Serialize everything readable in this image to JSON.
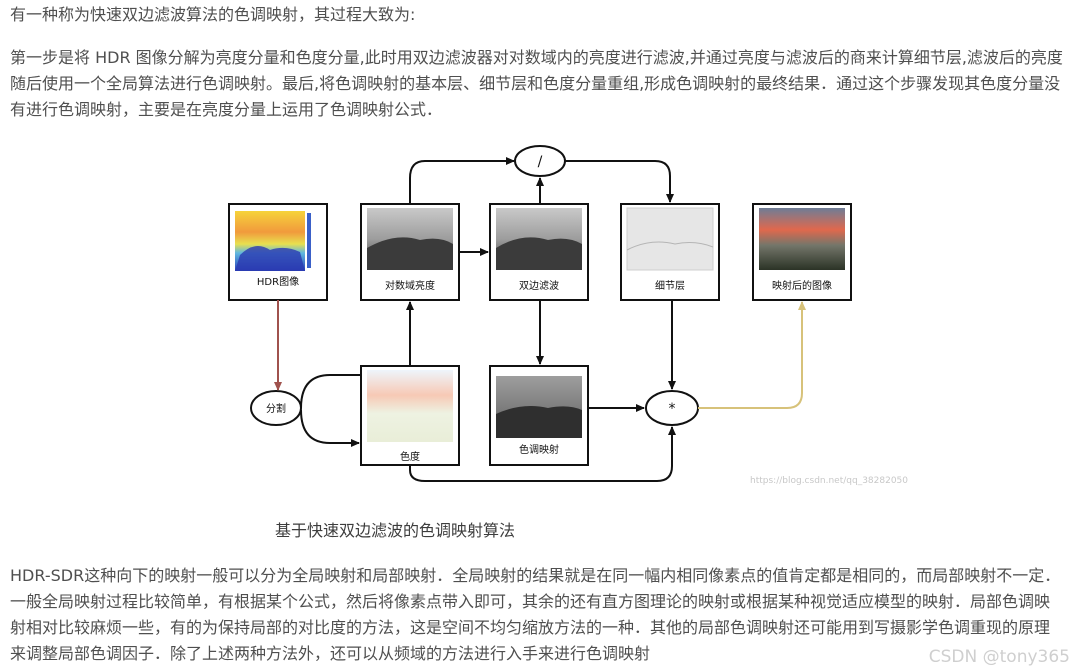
{
  "intro": "有一种称为快速双边滤波算法的色调映射，其过程大致为:",
  "step_paragraph": "第一步是将 HDR 图像分解为亮度分量和色度分量,此时用双边滤波器对对数域内的亮度进行滤波,并通过亮度与滤波后的商来计算细节层,滤波后的亮度随后使用一个全局算法进行色调映射。最后,将色调映射的基本层、细节层和色度分量重组,形成色调映射的最终结果．通过这个步骤发现其色度分量没有进行色调映射，主要是在亮度分量上运用了色调映射公式．",
  "diagram": {
    "nodes": {
      "hdr": "HDR图像",
      "logluma": "对数域亮度",
      "bilateral": "双边滤波",
      "detail": "细节层",
      "result": "映射后的图像",
      "chroma": "色度",
      "tonemap": "色调映射",
      "split": "分割",
      "divide": "/",
      "multiply": "*"
    },
    "watermark_url": "https://blog.csdn.net/qq_38282050"
  },
  "caption": "基于快速双边滤波的色调映射算法",
  "hdr_paragraph": "HDR-SDR这种向下的映射一般可以分为全局映射和局部映射．全局映射的结果就是在同一幅内相同像素点的值肯定都是相同的，而局部映射不一定．一般全局映射过程比较简单，有根据某个公式，然后将像素点带入即可，其余的还有直方图理论的映射或根据某种视觉适应模型的映射．局部色调映射相对比较麻烦一些，有的为保持局部的对比度的方法，这是空间不均匀缩放方法的一种．其他的局部色调映射还可能用到写摄影学色调重现的原理来调整局部色调因子．除了上述两种方法外，还可以从频域的方法进行入手来进行色调映射",
  "watermark": "CSDN @tony365",
  "colors": {
    "split_arrow": "#a0524d",
    "output_arrow": "#d7c27a"
  }
}
